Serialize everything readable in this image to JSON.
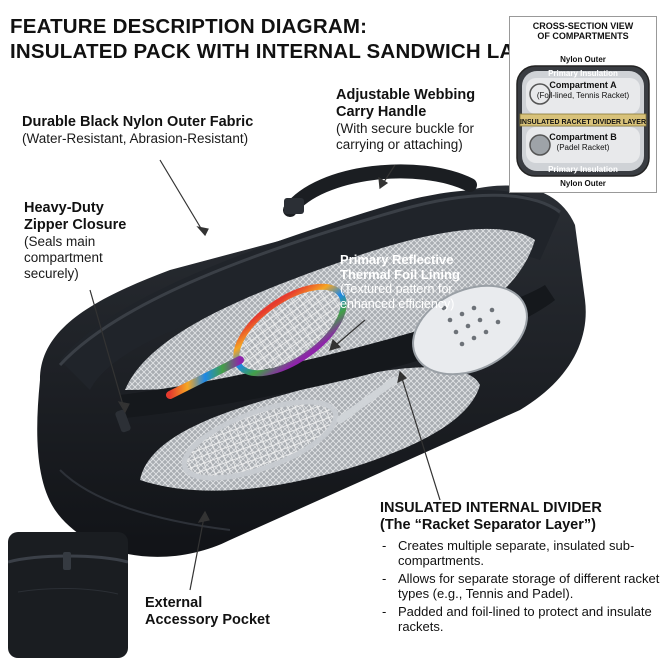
{
  "title": {
    "line1": "FEATURE DESCRIPTION DIAGRAM:",
    "line2": "INSULATED PACK WITH INTERNAL SANDWICH LAYER."
  },
  "labels": {
    "fabric": {
      "title": "Durable Black Nylon Outer Fabric",
      "sub": "(Water-Resistant, Abrasion-Resistant)"
    },
    "handle": {
      "title1": "Adjustable Webbing",
      "title2": "Carry Handle",
      "sub1": "(With secure buckle for",
      "sub2": "carrying or attaching)"
    },
    "zipper": {
      "title1": "Heavy-Duty",
      "title2": "Zipper Closure",
      "sub1": "(Seals main",
      "sub2": "compartment",
      "sub3": "securely)"
    },
    "foil": {
      "title1": "Primary Reflective",
      "title2": "Thermal Foil Lining",
      "sub1": "(Textured pattern for",
      "sub2": "enhanced efficiency)"
    },
    "divider": {
      "title1": "INSULATED INTERNAL DIVIDER",
      "title2": "(The “Racket Separator Layer”)",
      "bullets": [
        "Creates multiple separate, insulated sub-compartments.",
        "Allows for separate storage of different racket types (e.g., Tennis and Padel).",
        "Padded and foil-lined to protect and insulate rackets."
      ]
    },
    "pocket": {
      "title1": "External",
      "title2": "Accessory Pocket"
    }
  },
  "inset": {
    "title1": "CROSS-SECTION VIEW",
    "title2": "OF COMPARTMENTS",
    "nylon_top": "Nylon Outer",
    "insulation_top": "Primary Insulation",
    "comp_a": "Compartment A",
    "comp_a_sub": "(Foil-lined, Tennis Racket)",
    "divider_layer": "INSULATED RACKET DIVIDER LAYER",
    "comp_b": "Compartment B",
    "comp_b_sub": "(Padel Racket)",
    "insulation_bottom": "Primary Insulation",
    "nylon_bottom": "Nylon Outer"
  },
  "colors": {
    "nylon": "#1c1f24",
    "foil": "#b9bcc0",
    "divider_band": "#d8c27a"
  }
}
